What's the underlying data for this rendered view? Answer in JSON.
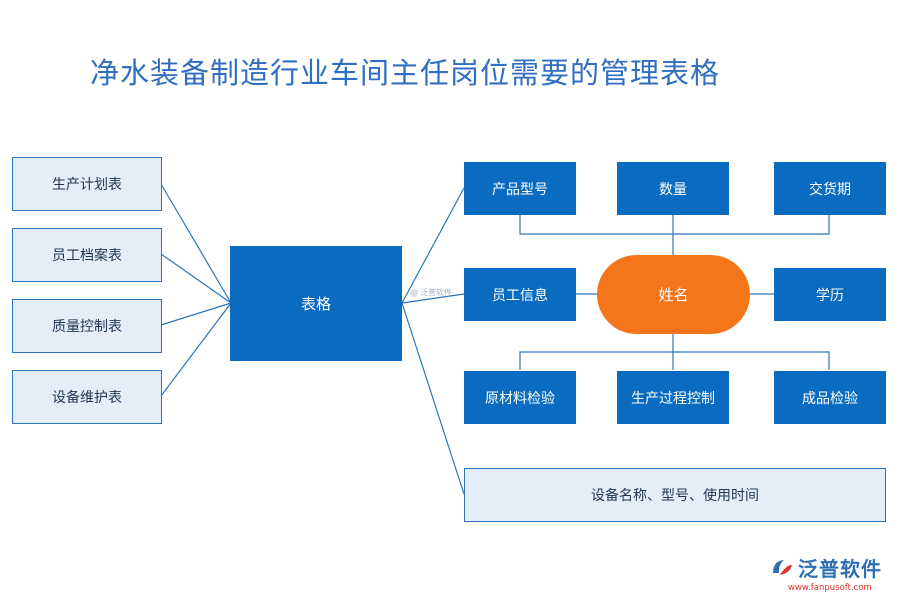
{
  "title": "净水装备制造行业车间主任岗位需要的管理表格",
  "left_items": [
    "生产计划表",
    "员工档案表",
    "质量控制表",
    "设备维护表"
  ],
  "center": "表格",
  "top_row": [
    "产品型号",
    "数量",
    "交货期"
  ],
  "middle_row": {
    "left": "员工信息",
    "hub": "姓名",
    "right": "学历"
  },
  "bottom_row": [
    "原材料检验",
    "生产过程控制",
    "成品检验"
  ],
  "equipment": "设备名称、型号、使用时间",
  "watermark": "泛普软件",
  "logo": {
    "name": "泛普软件",
    "url": "www.fanpusoft.com"
  },
  "colors": {
    "title": "#2f6ec0",
    "dark_box": "#0a6cc0",
    "light_box": "#e3eef9",
    "hub": "#f5761a",
    "line": "#2d74b8"
  }
}
